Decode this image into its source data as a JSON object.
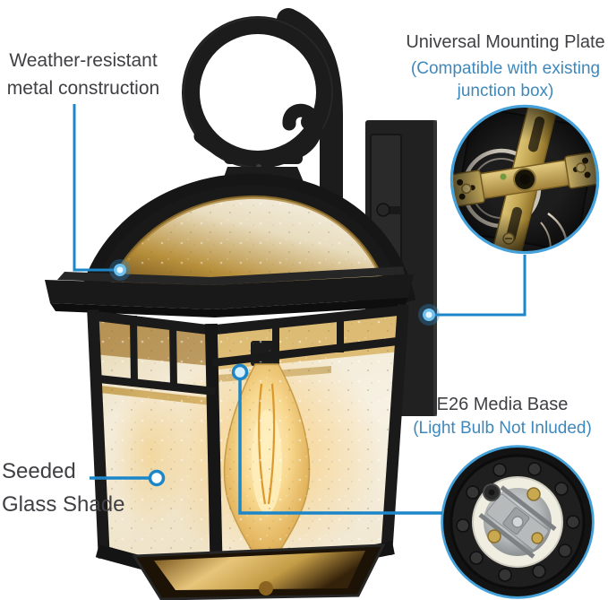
{
  "image_type": "annotated-product-photo",
  "product": "black outdoor wall lantern sconce",
  "labels": {
    "weather": {
      "line1": "Weather-resistant",
      "line2": "metal construction"
    },
    "mounting": {
      "title": "Universal Mounting Plate",
      "note_line1": "(Compatible with existing",
      "note_line2": "junction box)"
    },
    "e26": {
      "title": "E26 Media Base",
      "note": "(Light Bulb Not Inluded)"
    },
    "seeded": {
      "line1": "Seeded",
      "line2": "Glass Shade"
    }
  },
  "insets": {
    "top_right": "mounting-plate-photo",
    "bottom_right": "e26-socket-photo"
  },
  "icons": {
    "solid_callout_dot": "glow-dot",
    "hollow_callout_dot": "ring-dot"
  },
  "colors": {
    "text_dark": "#3f3f44",
    "text_blue": "#3e88bb",
    "leader_line_blue": "#1c86c8",
    "inset_border_blue": "#45a1d9",
    "lantern_black": "#1e1e1e",
    "glass_warm_white": "#f2ead7",
    "amber_glow": "#f5c76a",
    "brass": "#c9ab5a"
  }
}
